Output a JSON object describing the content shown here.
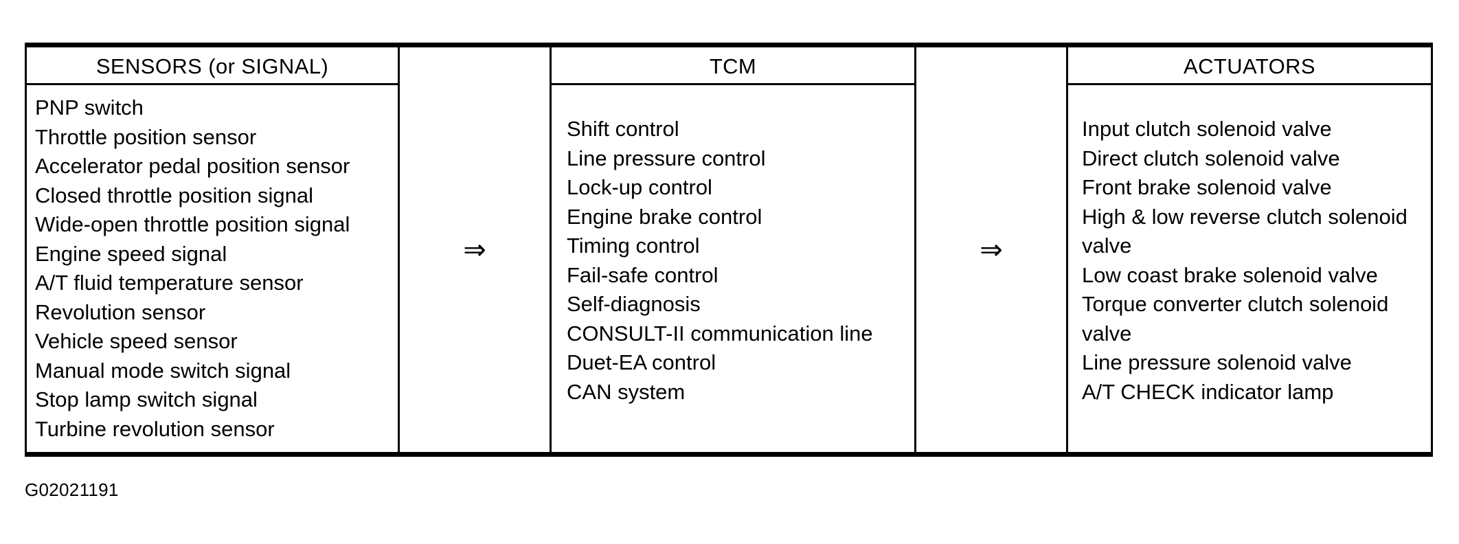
{
  "figure": {
    "caption": "G02021191",
    "flow_arrow": "⇒",
    "arrow_icon_name": "rightwards-double-arrow-icon",
    "colors": {
      "background": "#ffffff",
      "line": "#000000",
      "text": "#000000"
    }
  },
  "columns": [
    {
      "id": "sensors",
      "title": "SENSORS (or SIGNAL)",
      "items": [
        "PNP switch",
        "Throttle position sensor",
        "Accelerator pedal position sensor",
        "Closed throttle position signal",
        "Wide-open throttle position signal",
        "Engine speed signal",
        "A/T fluid temperature sensor",
        "Revolution sensor",
        "Vehicle speed sensor",
        "Manual mode switch signal",
        "Stop lamp switch signal",
        "Turbine revolution sensor"
      ]
    },
    {
      "id": "tcm",
      "title": "TCM",
      "items": [
        "Shift control",
        "Line pressure control",
        "Lock-up control",
        "Engine brake control",
        "Timing control",
        "Fail-safe control",
        "Self-diagnosis",
        "CONSULT-II communication line",
        "Duet-EA control",
        "CAN system"
      ]
    },
    {
      "id": "actuators",
      "title": "ACTUATORS",
      "items": [
        "Input clutch solenoid valve",
        "Direct clutch solenoid valve",
        "Front brake solenoid valve",
        "High & low reverse clutch solenoid valve",
        "Low coast brake solenoid valve",
        "Torque converter clutch solenoid valve",
        "Line pressure solenoid valve",
        "A/T CHECK indicator lamp"
      ]
    }
  ]
}
